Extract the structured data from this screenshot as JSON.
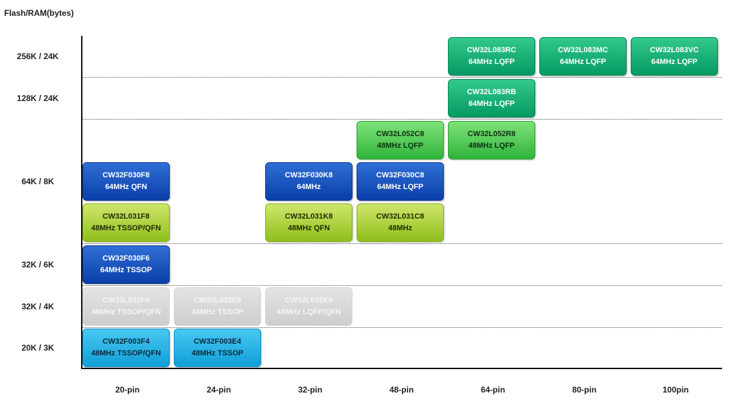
{
  "y_axis_title": "Flash/RAM(bytes)",
  "y_labels": [
    "256K / 24K",
    "128K / 24K",
    "64K / 8K",
    "32K / 6K",
    "32K / 4K",
    "20K / 3K"
  ],
  "x_labels": [
    "20-pin",
    "24-pin",
    "32-pin",
    "48-pin",
    "64-pin",
    "80-pin",
    "100pin"
  ],
  "chips": [
    {
      "name": "CW32L083RC",
      "spec": "64MHz LQFP",
      "color": "teal"
    },
    {
      "name": "CW32L083MC",
      "spec": "64MHz LQFP",
      "color": "teal"
    },
    {
      "name": "CW32L083VC",
      "spec": "64MHz LQFP",
      "color": "teal"
    },
    {
      "name": "CW32L083RB",
      "spec": "64MHz LQFP",
      "color": "teal"
    },
    {
      "name": "CW32L052C8",
      "spec": "48MHz LQFP",
      "color": "green"
    },
    {
      "name": "CW32L052R8",
      "spec": "48MHz LQFP",
      "color": "green"
    },
    {
      "name": "CW32F030F8",
      "spec": "64MHz QFN",
      "color": "blue"
    },
    {
      "name": "CW32F030K8",
      "spec": "64MHz",
      "color": "blue"
    },
    {
      "name": "CW32F030C8",
      "spec": "64MHz LQFP",
      "color": "blue"
    },
    {
      "name": "CW32L031F8",
      "spec": "48MHz TSSOP/QFN",
      "color": "lime"
    },
    {
      "name": "CW32L031K8",
      "spec": "48MHz QFN",
      "color": "lime"
    },
    {
      "name": "CW32L031C8",
      "spec": "48MHz",
      "color": "lime"
    },
    {
      "name": "CW32F030F6",
      "spec": "64MHz TSSOP",
      "color": "blue"
    },
    {
      "name": "CW32L032F6",
      "spec": "48MHz TSSOP/QFN",
      "color": "gray"
    },
    {
      "name": "CW32L032E6",
      "spec": "48MHz TSSOP",
      "color": "gray"
    },
    {
      "name": "CW32L032K6",
      "spec": "48MHz LQFP/QFN",
      "color": "gray"
    },
    {
      "name": "CW32F003F4",
      "spec": "48MHz TSSOP/QFN",
      "color": "cyan"
    },
    {
      "name": "CW32F003E4",
      "spec": "48MHz TSSOP",
      "color": "cyan"
    }
  ],
  "colors": {
    "teal": "#059a62",
    "green": "#2fb33b",
    "blue": "#0b3ea8",
    "lime": "#8fbf1c",
    "gray": "#cdcdcd",
    "cyan": "#109fd7"
  }
}
